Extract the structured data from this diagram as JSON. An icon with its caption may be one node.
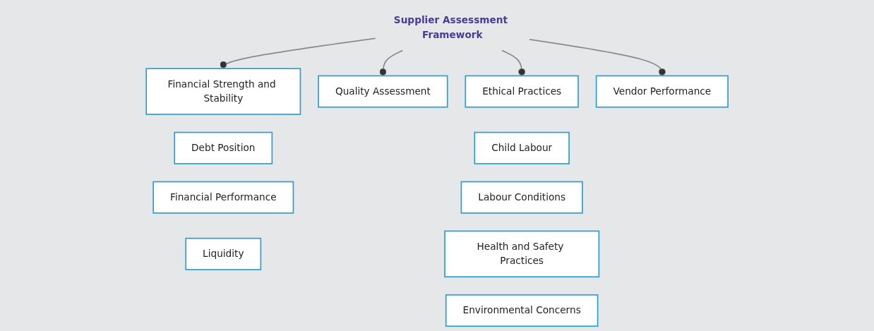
{
  "diagram": {
    "nodes": [
      {
        "text": [
          "Supplier Assessment Framework"
        ]
      },
      {
        "text": [
          "Financial Strength and Stability"
        ]
      },
      {
        "text": [
          "Debt Position"
        ]
      },
      {
        "text": [
          "Financial Performance"
        ]
      },
      {
        "text": [
          "Liquidity"
        ]
      },
      {
        "text": [
          "Quality Assessment"
        ]
      },
      {
        "text": [
          "Ethical Practices"
        ]
      },
      {
        "text": [
          "Child Labour"
        ]
      },
      {
        "text": [
          "Labour Conditions"
        ]
      },
      {
        "text": [
          "Health and Safety Practices"
        ]
      },
      {
        "text": [
          "Environmental Concerns"
        ]
      },
      {
        "text": [
          "Vendor Performance"
        ]
      }
    ],
    "edges": [
      {
        "from": 0,
        "to": 1,
        "arrow": "other"
      },
      {
        "from": 0,
        "to": 5,
        "arrow": "other"
      },
      {
        "from": 0,
        "to": 6,
        "arrow": "other"
      },
      {
        "from": 0,
        "to": 11,
        "arrow": "other"
      }
    ]
  }
}
